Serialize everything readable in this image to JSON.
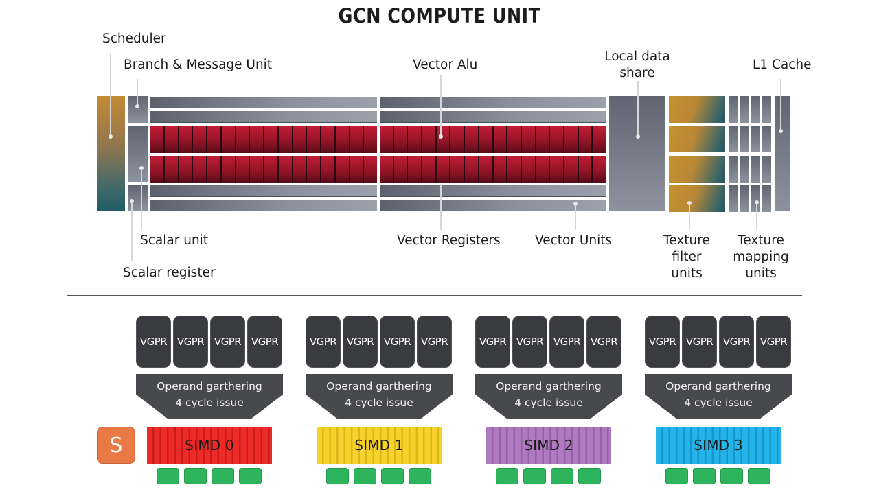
{
  "title": "GCN COMPUTE UNIT",
  "top_diagram": {
    "labels": {
      "scheduler": "Scheduler",
      "branch_message_unit": "Branch & Message Unit",
      "vector_alu": "Vector Alu",
      "local_data_share": [
        "Local data",
        "share"
      ],
      "l1_cache": "L1 Cache",
      "scalar_unit": "Scalar unit",
      "scalar_register": "Scalar register",
      "vector_registers": "Vector Registers",
      "vector_units": "Vector Units",
      "texture_filter_units": [
        "Texture",
        "filter",
        "units"
      ],
      "texture_mapping_units": [
        "Texture",
        "mapping",
        "units"
      ]
    },
    "alu_cells_per_row_per_half": 16,
    "alu_rows": 2,
    "texture_filter_blocks": 4,
    "texture_mapping_grid": {
      "rows": 4,
      "cols": 4
    },
    "colors": {
      "alu_red": "#b01a30",
      "gray_block": "#7c838f",
      "scheduler_top": "#c48a34",
      "scheduler_bottom": "#1f5c63"
    }
  },
  "bottom_diagram": {
    "scalar_badge": "S",
    "scalar_badge_color": "#ea7a45",
    "simds": [
      {
        "name": "SIMD 0",
        "color": "#ec2a27",
        "stripe": "#c81c1c",
        "vgprs": [
          "VGPR",
          "VGPR",
          "VGPR",
          "VGPR"
        ],
        "operand": [
          "Operand garthering",
          "4 cycle issue"
        ]
      },
      {
        "name": "SIMD 1",
        "color": "#f6d22a",
        "stripe": "#d9b51a",
        "vgprs": [
          "VGPR",
          "VGPR",
          "VGPR",
          "VGPR"
        ],
        "operand": [
          "Operand garthering",
          "4 cycle issue"
        ]
      },
      {
        "name": "SIMD 2",
        "color": "#b07ac0",
        "stripe": "#9660a8",
        "vgprs": [
          "VGPR",
          "VGPR",
          "VGPR",
          "VGPR"
        ],
        "operand": [
          "Operand garthering",
          "4 cycle issue"
        ]
      },
      {
        "name": "SIMD 3",
        "color": "#23b4ea",
        "stripe": "#1595c8",
        "vgprs": [
          "VGPR",
          "VGPR",
          "VGPR",
          "VGPR"
        ],
        "operand": [
          "Operand garthering",
          "4 cycle issue"
        ]
      }
    ],
    "green_units_per_simd": 4,
    "green_color": "#2eb45c",
    "vgpr_color": "#3a3b3e"
  }
}
